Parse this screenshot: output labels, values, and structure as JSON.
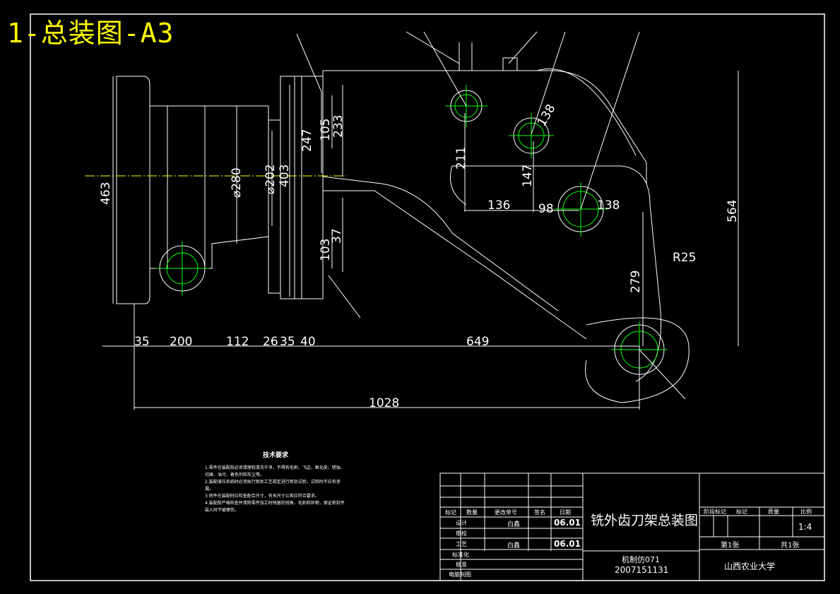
{
  "sheet_title": "1-总装图-A3",
  "dimensions": {
    "d463": "463",
    "d280": "⌀280",
    "d202": "⌀202",
    "d403": "403",
    "d247": "247",
    "d105": "105",
    "d233": "233",
    "d211": "211",
    "d147": "147",
    "d136": "136",
    "d98": "98",
    "d138a": "138",
    "d138b": "138",
    "d564": "564",
    "r25": "R25",
    "d279": "279",
    "d37": "37",
    "d103": "103",
    "d35": "35",
    "d200": "200",
    "d112": "112",
    "d26": "26",
    "d35b": "35",
    "d40": "40",
    "d649": "649",
    "d1028": "1028"
  },
  "notes": {
    "heading": "技术要求",
    "items": [
      "1.零件在装配前必须清理和清洗干净，不得有毛刺、飞边、氧化皮、锈蚀、切屑、油污、着色剂和灰尘等。",
      "2.装配液压系统时必须执行相关工艺规定进行密封试验，试验时不应有渗漏。",
      "3.转件在装配时应检查配合尺寸，有关尺寸公差应符合要求。",
      "4.装配前严格检查并清除零件加工时残留的锐角、毛刺和异物，保证密封件装入时不被擦伤。"
    ]
  },
  "title_block": {
    "drawing_name": "铣外齿刀架总装图",
    "class_name": "机制仿071",
    "student_no": "2007151131",
    "school": "山西农业大学",
    "scale": "1:4",
    "sheet_no": "第1张",
    "sheet_total": "共1张",
    "col_mark": "标记",
    "col_count": "数量",
    "col_doc": "更改单号",
    "col_sign": "签名",
    "col_date": "日期",
    "design": "设计",
    "designer": "白鑫",
    "date1": "06.01",
    "check": "审校",
    "craft": "工艺",
    "crafter": "白鑫",
    "date2": "06.01",
    "standard": "标准化",
    "approve": "批准",
    "cad": "电脑制图",
    "stage": "阶段标记",
    "mass": "质量",
    "ratio": "比例",
    "mark2": "标记"
  }
}
